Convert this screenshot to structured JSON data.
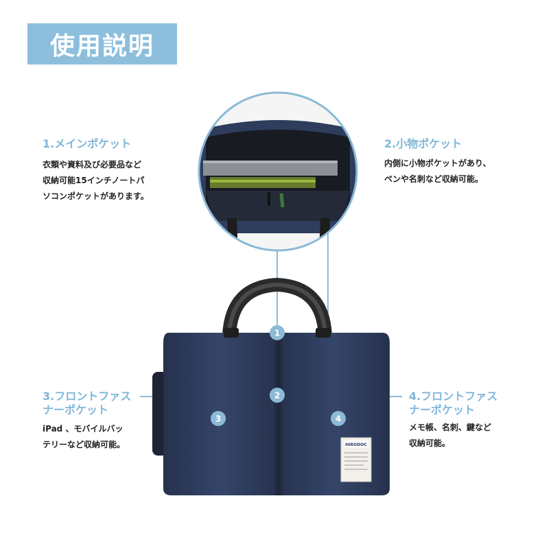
{
  "page": {
    "title": "使用説明"
  },
  "sections": [
    {
      "title": "1.メインポケット",
      "desc": "衣類や資料及び必要品など\n収納可能15インチノートパ\nソコンポケットがあります。"
    },
    {
      "title": "2.小物ポケット",
      "desc": "内側に小物ポケットがあり、\nペンや名刺など収納可能。"
    },
    {
      "title": "3.フロントファス\nナーポケット",
      "desc": "iPad 、モバイルバッ\nテリーなど収納可能。"
    },
    {
      "title": "4.フロントファス\nナーポケット",
      "desc": "メモ帳、名刺、鍵など\n収納可能。"
    }
  ],
  "markers": [
    "1",
    "2",
    "3",
    "4"
  ],
  "tag": {
    "brand": "HIRODOC"
  },
  "colors": {
    "accent": "#8dbfdd",
    "text_accent": "#7fb7d9",
    "bag": "#2f3d5c",
    "marker": "#8cbad7"
  }
}
